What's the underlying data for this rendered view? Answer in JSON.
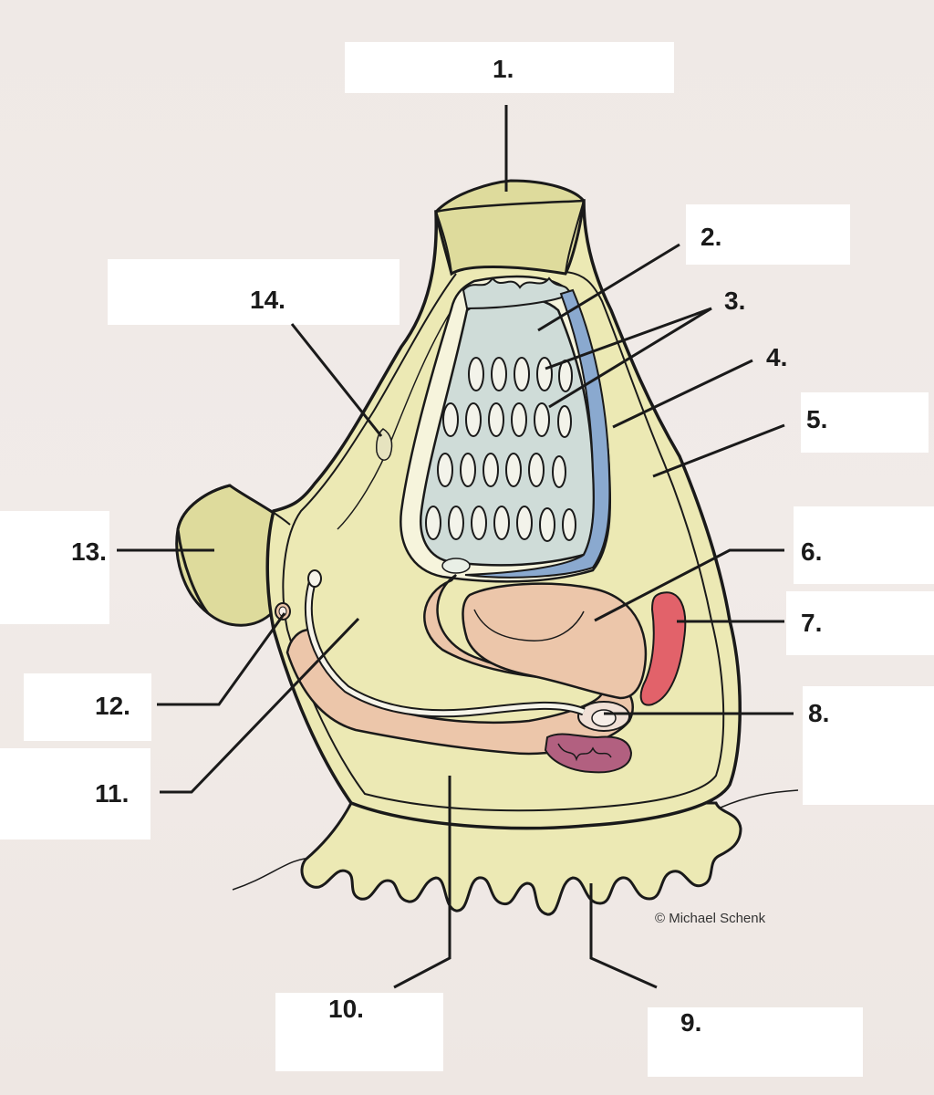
{
  "labels": {
    "l1": "1.",
    "l2": "2.",
    "l3": "3.",
    "l4": "4.",
    "l5": "5.",
    "l6": "6.",
    "l7": "7.",
    "l8": "8.",
    "l9": "9.",
    "l10": "10.",
    "l11": "11.",
    "l12": "12.",
    "l13": "13.",
    "l14": "14."
  },
  "credit": "© Michael Schenk",
  "colors": {
    "body_fill": "#ece9b4",
    "siphon_fill": "#dedb9c",
    "pharynx_fill": "#cfdcd8",
    "endostyle_fill": "#8aa9cf",
    "gut_fill": "#ecc6aa",
    "gonad_fill": "#e2626a",
    "ovary_fill": "#b26080",
    "outline": "#1a1a1a"
  }
}
